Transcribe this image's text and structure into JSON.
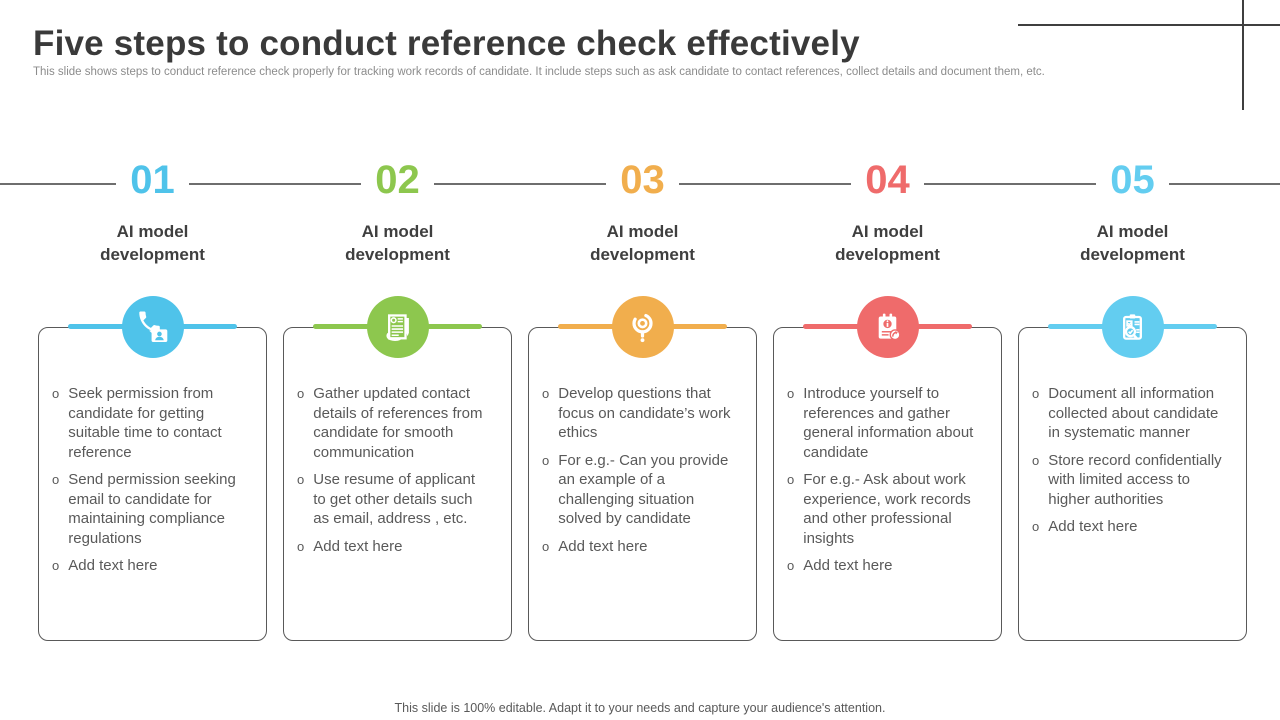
{
  "slide": {
    "title": "Five steps to conduct reference check effectively",
    "subtitle": "This slide shows steps to conduct reference check properly for tracking work records of candidate. It include steps such as ask candidate to contact references, collect details and document them, etc.",
    "footer": "This slide is 100% editable. Adapt it to your needs and capture your audience's attention."
  },
  "ui": {
    "bullet_marker": "o",
    "connector_line_color": "#6e6e6e",
    "box_border_color": "#595959",
    "title_color": "#3a3a3a",
    "body_text_color": "#595959"
  },
  "steps": [
    {
      "number": "01",
      "accent": "#4fc3ea",
      "heading": "AI model development",
      "icon": "phone-contact-icon",
      "bullets": [
        "Seek permission from candidate for getting suitable time to contact reference",
        "Send permission seeking email to candidate for maintaining compliance regulations",
        "Add text here"
      ]
    },
    {
      "number": "02",
      "accent": "#8dc74e",
      "heading": "AI model development",
      "icon": "resume-document-icon",
      "bullets": [
        "Gather updated contact details of references from candidate for smooth communication",
        "Use resume of applicant to get other details such as email, address , etc.",
        "Add text here"
      ]
    },
    {
      "number": "03",
      "accent": "#f1ae4d",
      "heading": "AI model development",
      "icon": "question-mark-icon",
      "bullets": [
        "Develop questions that focus on candidate’s work ethics",
        "For e.g.- Can you provide an example of a challenging situation solved by candidate",
        "Add text here"
      ]
    },
    {
      "number": "04",
      "accent": "#ef6b6b",
      "heading": "AI model development",
      "icon": "info-notepad-icon",
      "bullets": [
        "Introduce yourself to references and gather general information about candidate",
        "For e.g.- Ask about work experience, work records and other professional insights",
        "Add text here"
      ]
    },
    {
      "number": "05",
      "accent": "#63cdf0",
      "heading": "AI model development",
      "icon": "checklist-search-icon",
      "bullets": [
        "Document all information collected about candidate in systematic manner",
        "Store record confidentially with limited access to higher authorities",
        "Add text here"
      ]
    }
  ]
}
